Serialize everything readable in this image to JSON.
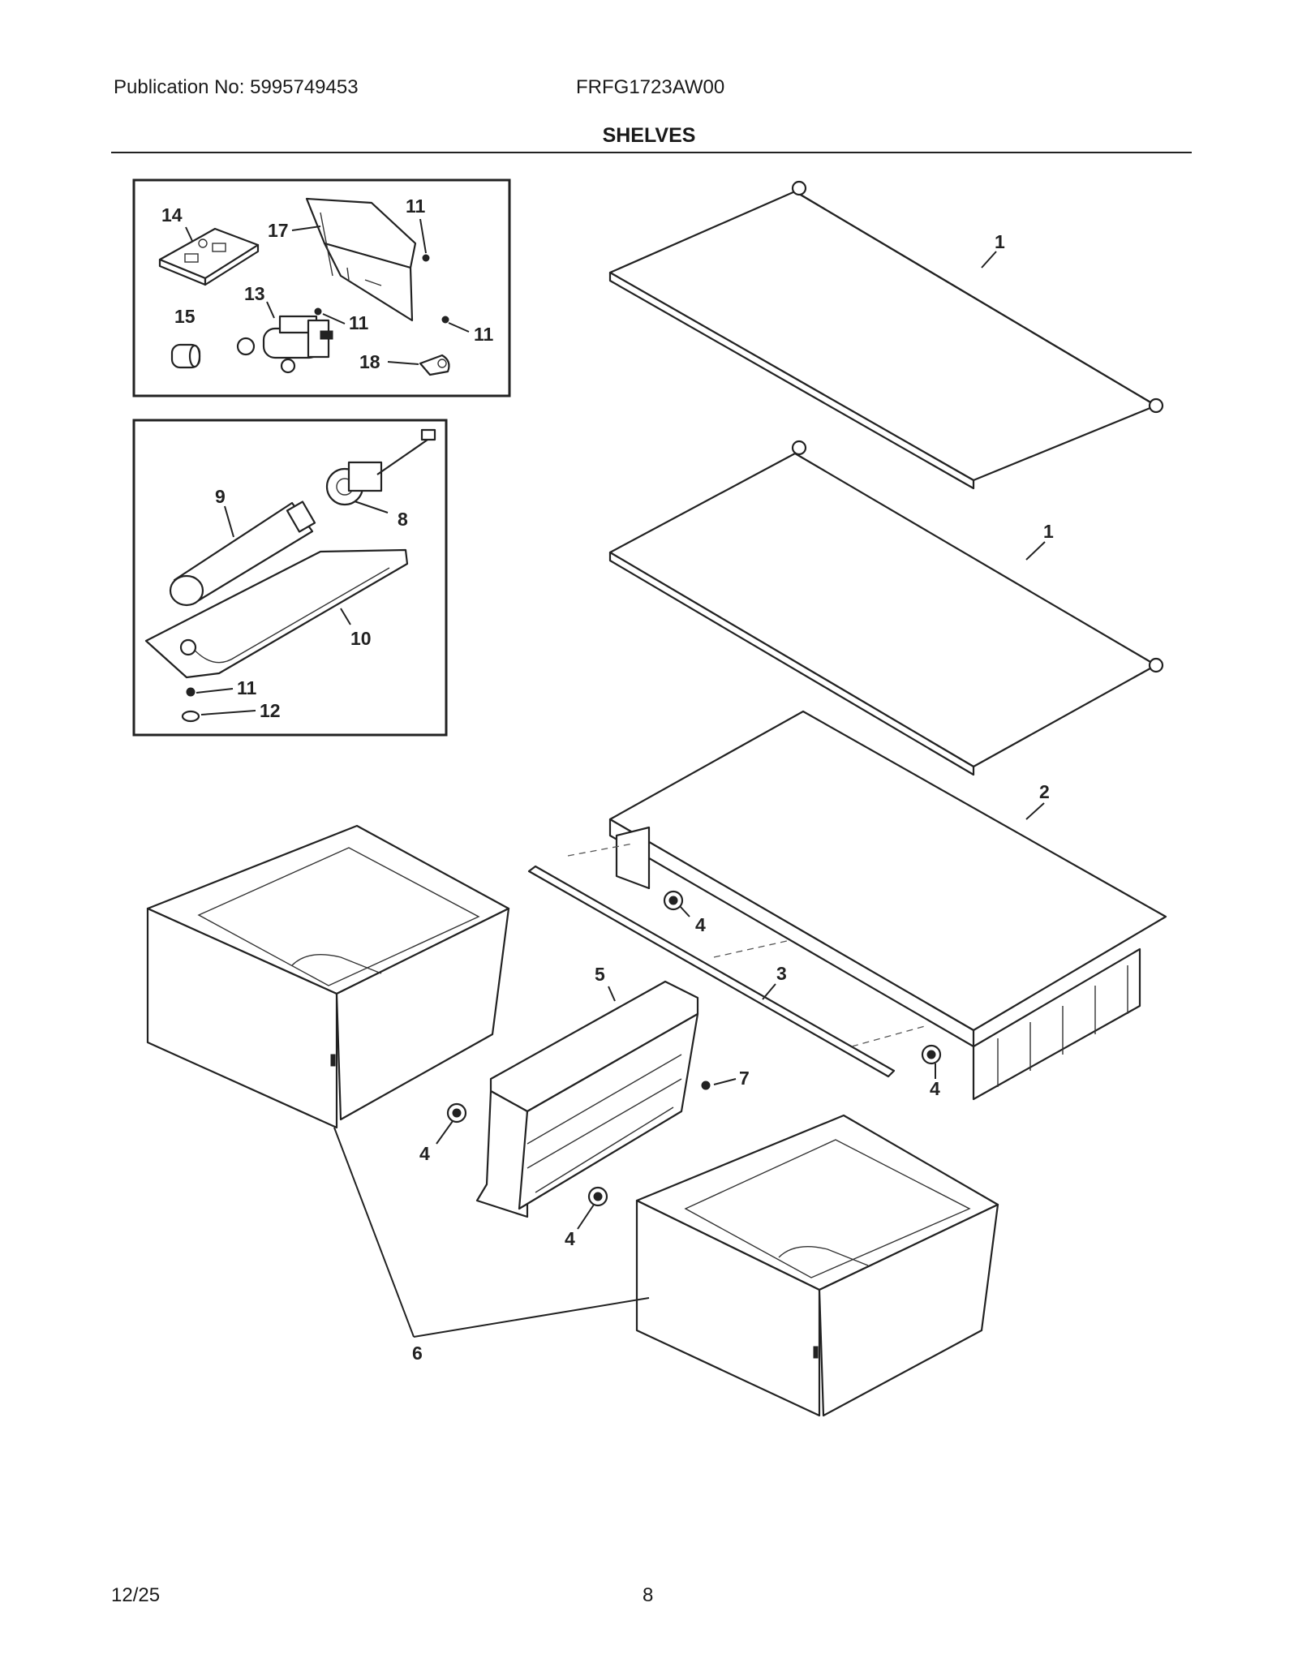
{
  "header": {
    "publication": "Publication No: 5995749453",
    "model": "FRFG1723AW00",
    "title": "SHELVES"
  },
  "footer": {
    "date": "12/25",
    "page": "8"
  },
  "callouts": {
    "shelf_top": "1",
    "shelf_mid": "1",
    "crisper_cover": "2",
    "trim_strip": "3",
    "roller_upper": "4",
    "roller_right": "4",
    "roller_divider_left": "4",
    "roller_divider_bottom": "4",
    "divider": "5",
    "pans": "6",
    "screw_divider": "7",
    "filter_head": "8",
    "filter_cartridge": "9",
    "filter_housing": "10",
    "screw_box1_top": "11",
    "screw_box1_mid": "11",
    "screw_box1_right": "11",
    "screw_box2": "11",
    "washer": "12",
    "valve": "13",
    "bracket": "14",
    "cap": "15",
    "cover": "17",
    "clip": "18"
  }
}
